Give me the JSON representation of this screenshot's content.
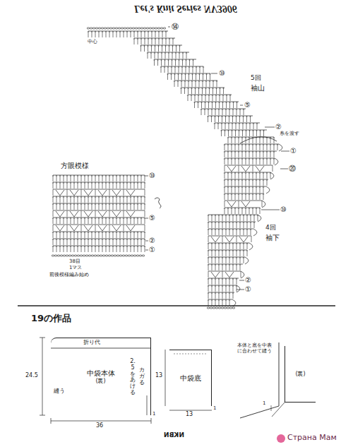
{
  "diagram": {
    "nodes": [
      {
        "text": [
          "中袋本体",
          "(裏)"
        ]
      },
      {
        "text": [
          "中袋底"
        ]
      },
      {
        "text": [
          "(裏)"
        ]
      }
    ],
    "labels": [
      "Let's Knit Series NV3906",
      "中心",
      "⑭",
      "5回",
      "袖山",
      "⑩",
      "⑤",
      "②",
      "糸を渡す",
      "①",
      "⑳",
      "⑩",
      "4回",
      "袖下",
      "②",
      "①",
      "方眼模様",
      "⑩",
      "⑤",
      "②",
      "①",
      "38目",
      "1マス",
      "前後模様編み始め",
      "19の作品",
      "折り代",
      "24.5",
      "縫う",
      "36",
      "2.5をあける",
      "カガる",
      "1",
      "13",
      "13",
      "1",
      "本体と底を中表に合わせて縫う",
      "1",
      "NKBN",
      "Страна Мам"
    ]
  }
}
